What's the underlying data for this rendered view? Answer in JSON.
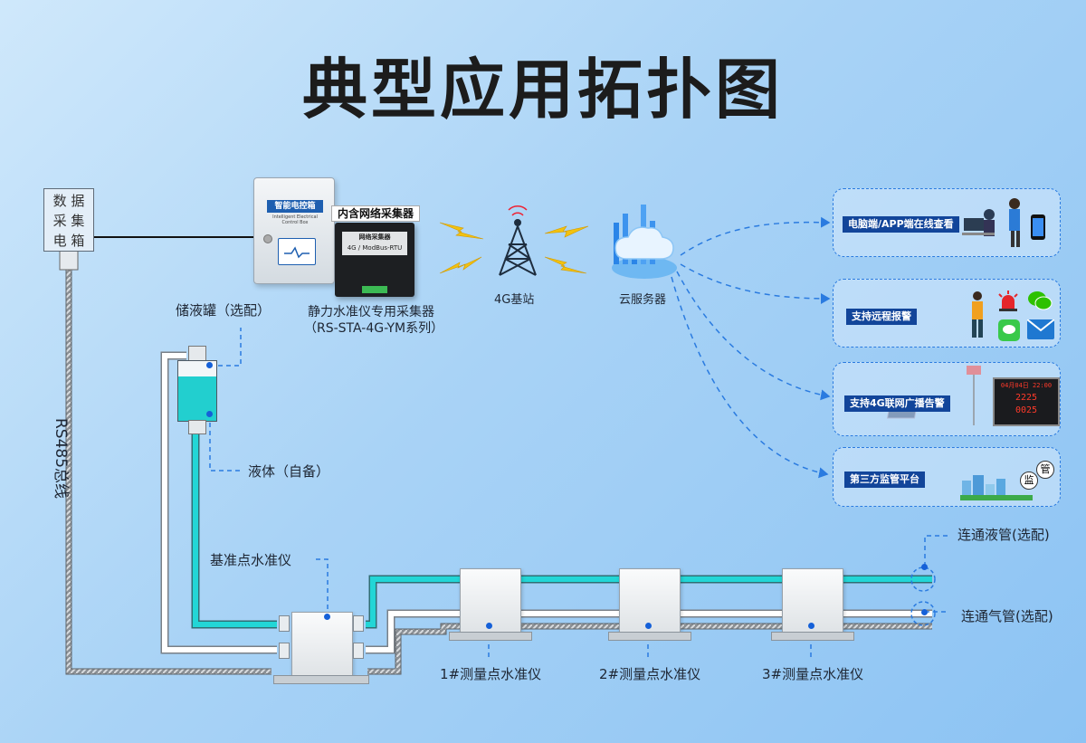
{
  "title": "典型应用拓扑图",
  "data_box": {
    "lines": [
      "数 据",
      "采 集",
      "电 箱"
    ]
  },
  "cabinet": {
    "title": "智能电控箱",
    "subtitle": "Intelligent Electrical Control Box"
  },
  "collector": {
    "tag": "内含网络采集器",
    "panel_title": "网络采集器",
    "panel_sub": "4G / ModBus-RTU",
    "caption_line1": "静力水准仪专用采集器",
    "caption_line2": "（RS-STA-4G-YM系列）"
  },
  "tower_label": "4G基站",
  "cloud_label": "云服务器",
  "rs485_label": "RS485总线",
  "storage_tank_label": "储液罐（选配）",
  "liquid_label": "液体（自备）",
  "reference_label": "基准点水准仪",
  "measure_points": [
    "1#测量点水准仪",
    "2#测量点水准仪",
    "3#测量点水准仪"
  ],
  "liquid_pipe_label": "连通液管(选配)",
  "gas_pipe_label": "连通气管(选配)",
  "right_panels": [
    {
      "label": "电脑端/APP端在线查看"
    },
    {
      "label": "支持远程报警"
    },
    {
      "label": "支持4G联网广播告警"
    },
    {
      "label": "第三方监管平台"
    }
  ],
  "platform_badge": [
    "监",
    "管"
  ],
  "led_board": {
    "lines": [
      "04月04日 22:00",
      "2225",
      "0025"
    ]
  },
  "colors": {
    "accent": "#1560d8",
    "pill": "#12459a",
    "liquid": "#22cfcf",
    "dash": "#2a7be0",
    "bolt": "#f2c20f"
  }
}
